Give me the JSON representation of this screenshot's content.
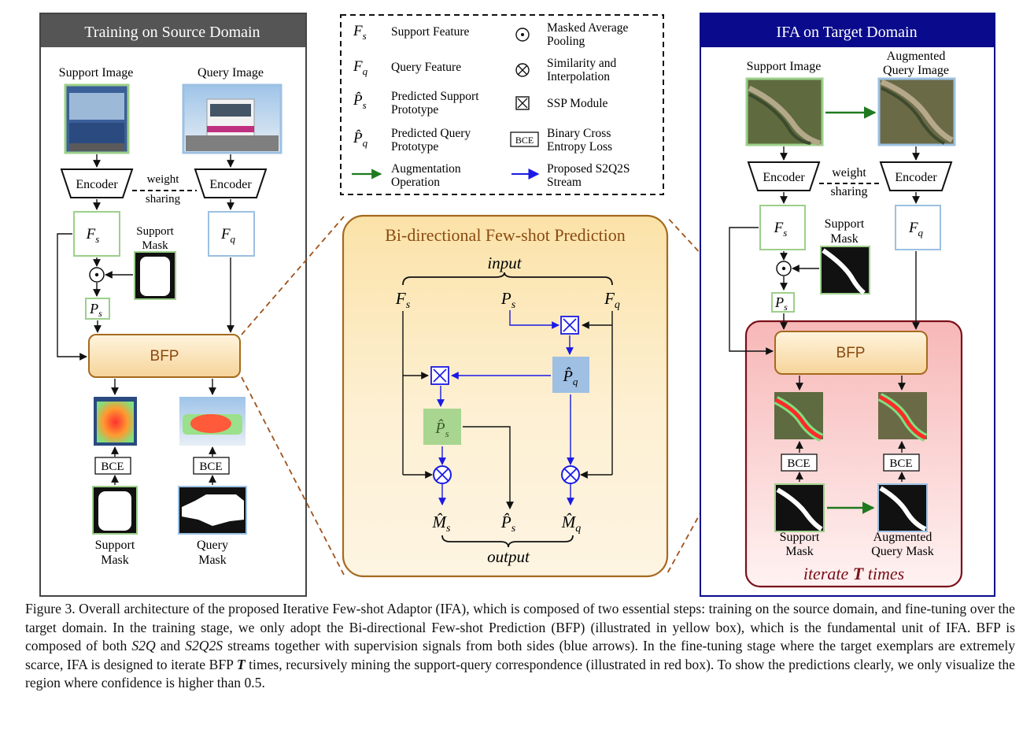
{
  "left_panel": {
    "title": "Training on Source Domain",
    "support_image_label": "Support Image",
    "query_image_label": "Query Image",
    "encoder_label": "Encoder",
    "weight_label": "weight",
    "sharing_label": "sharing",
    "fs_label": "F",
    "fs_sub": "s",
    "fq_label": "F",
    "fq_sub": "q",
    "support_mask_label_1": "Support",
    "support_mask_label_2": "Mask",
    "ps_label": "P",
    "ps_sub": "s",
    "bfp_label": "BFP",
    "bce_label": "BCE",
    "bottom_support_1": "Support",
    "bottom_support_2": "Mask",
    "bottom_query_1": "Query",
    "bottom_query_2": "Mask"
  },
  "legend": {
    "items": [
      {
        "symbol": "F",
        "sub": "s",
        "text1": "Support Feature",
        "text2": ""
      },
      {
        "symbol": "F",
        "sub": "q",
        "text1": "Query Feature",
        "text2": ""
      },
      {
        "symbol": "P̂",
        "sub": "s",
        "text1": "Predicted Support",
        "text2": "Prototype"
      },
      {
        "symbol": "P̂",
        "sub": "q",
        "text1": "Predicted Query",
        "text2": "Prototype"
      },
      {
        "symbol": "",
        "sub": "",
        "text1": "Augmentation",
        "text2": "Operation"
      }
    ],
    "items_right": [
      {
        "symbol": "⊙",
        "text1": "Masked Average",
        "text2": "Pooling"
      },
      {
        "symbol": "⊗",
        "text1": "Similarity and",
        "text2": "Interpolation"
      },
      {
        "symbol": "⊠",
        "text1": "SSP Module",
        "text2": ""
      },
      {
        "symbol": "BCE",
        "text1": "Binary Cross",
        "text2": "Entropy Loss"
      },
      {
        "symbol": "",
        "text1": "Proposed S2Q2S",
        "text2": "Stream"
      }
    ]
  },
  "center": {
    "title": "Bi-directional Few-shot Prediction",
    "input_label": "input",
    "output_label": "output",
    "fs": "F",
    "fs_sub": "s",
    "ps": "P",
    "ps_sub": "s",
    "fq": "F",
    "fq_sub": "q",
    "pq_hat": "P̂",
    "pq_hat_sub": "q",
    "ps_hat": "P̂",
    "ps_hat_sub": "s",
    "ms_hat": "M̂",
    "ms_hat_sub": "s",
    "out_ps_hat": "P̂",
    "out_ps_hat_sub": "s",
    "mq_hat": "M̂",
    "mq_hat_sub": "q"
  },
  "right_panel": {
    "title": "IFA on Target Domain",
    "support_image_label": "Support Image",
    "aug_query_label_1": "Augmented",
    "aug_query_label_2": "Query Image",
    "encoder_label": "Encoder",
    "weight_label": "weight",
    "sharing_label": "sharing",
    "fs_label": "F",
    "fs_sub": "s",
    "fq_label": "F",
    "fq_sub": "q",
    "support_mask_label_1": "Support",
    "support_mask_label_2": "Mask",
    "ps_label": "P",
    "ps_sub": "s",
    "bfp_label": "BFP",
    "bce_label": "BCE",
    "bottom_support_1": "Support",
    "bottom_support_2": "Mask",
    "bottom_aug_1": "Augmented",
    "bottom_aug_2": "Query Mask",
    "iterate_prefix": "iterate ",
    "iterate_t": "T",
    "iterate_suffix": " times"
  },
  "colors": {
    "left_header": "#555555",
    "right_header": "#0a0a8c",
    "green_border": "#9dcf8a",
    "blue_border": "#9cc0e2",
    "bfp_fill": "#fbe3b5",
    "bfp_border": "#a46a1f",
    "center_border": "#a46a1f",
    "iterate_border": "#7a0f1a",
    "augment_arrow": "#1f7a1f",
    "stream_arrow": "#1a1ae6"
  },
  "caption": {
    "part1": "Figure 3. Overall architecture of the proposed Iterative Few-shot Adaptor (IFA), which is composed of two essential steps: training on the source domain, and fine-tuning over the target domain. In the training stage, we only adopt the Bi-directional Few-shot Prediction (BFP) (illustrated in yellow box), which is the fundamental unit of IFA. BFP is composed of both ",
    "s2q": "S2Q",
    "and": " and ",
    "s2q2s": "S2Q2S",
    "part2": " streams together with supervision signals from both sides (blue arrows). In the fine-tuning stage where the target exemplars are extremely scarce, IFA is designed to iterate BFP ",
    "t": "T",
    "part3": " times, recursively mining the support-query correspondence (illustrated in red box). To show the predictions clearly, we only visualize the region where confidence is higher than 0.5."
  }
}
